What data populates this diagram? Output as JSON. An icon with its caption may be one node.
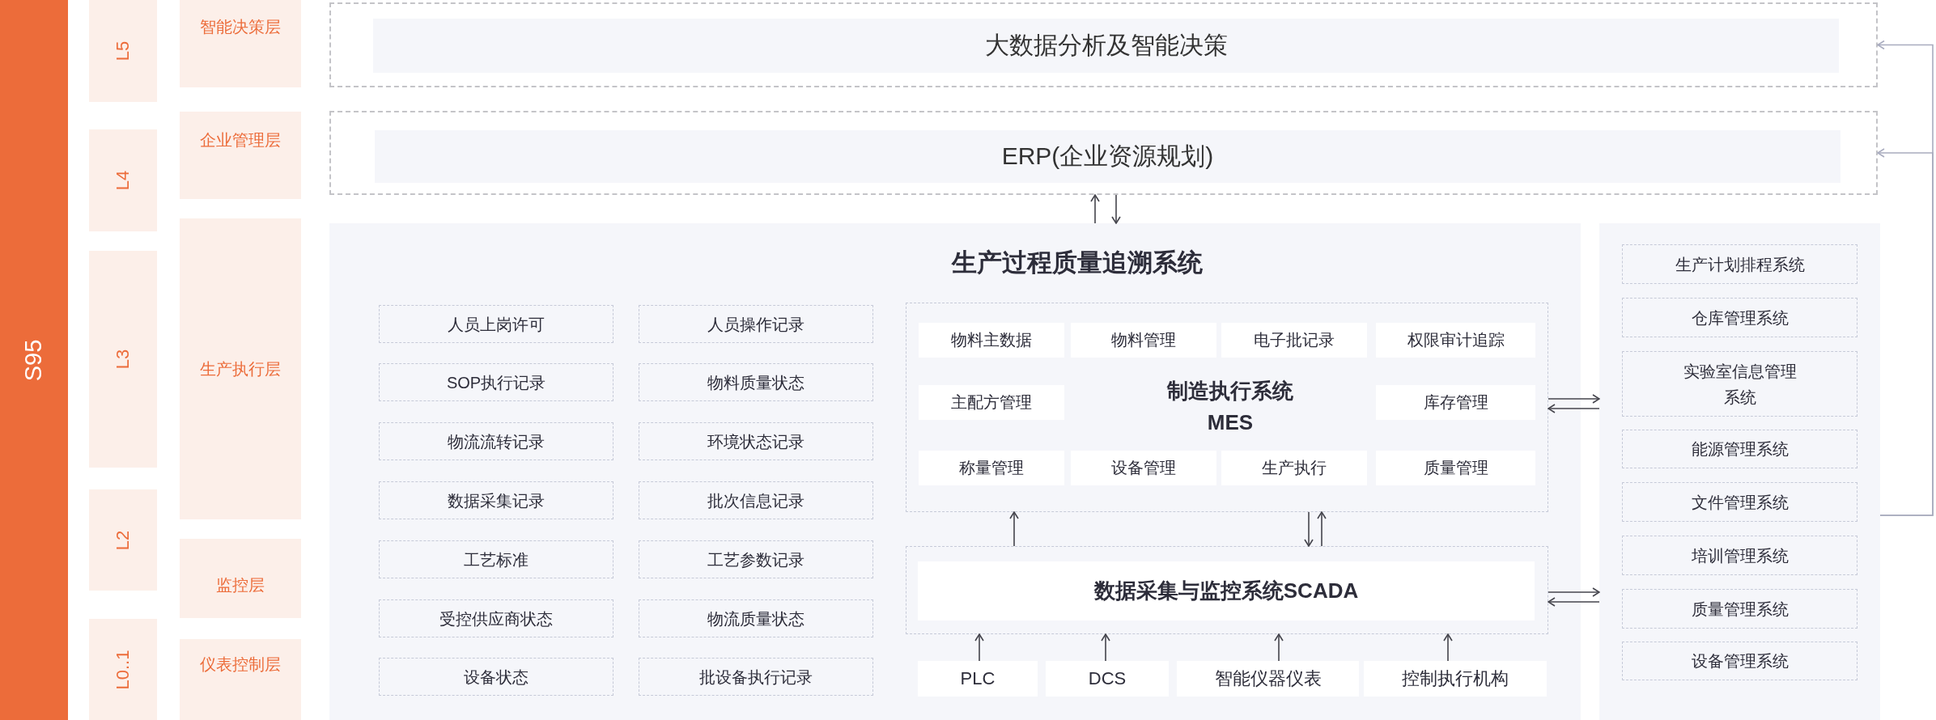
{
  "diagram": {
    "nodes": [
      {
        "text": [
          "S95"
        ]
      },
      {
        "text": [
          "L5"
        ]
      },
      {
        "text": [
          "L4"
        ]
      },
      {
        "text": [
          "L3"
        ]
      },
      {
        "text": [
          "L2"
        ]
      },
      {
        "text": [
          "L0..1"
        ]
      },
      {
        "text": [
          "智能决策层"
        ]
      },
      {
        "text": [
          "企业管理层"
        ]
      },
      {
        "text": [
          "生产执行层"
        ]
      },
      {
        "text": [
          "监控层"
        ]
      },
      {
        "text": [
          "仪表控制层"
        ]
      },
      {
        "text": [
          "大数据分析及智能决策"
        ]
      },
      {
        "text": [
          "ERP(企业资源规划)"
        ]
      },
      {
        "text": [
          "生产过程质量追溯系统"
        ]
      },
      {
        "text": [
          "人员上岗许可"
        ],
        "in": 13
      },
      {
        "text": [
          "人员操作记录"
        ],
        "in": 13
      },
      {
        "text": [
          "SOP执行记录"
        ],
        "in": 13
      },
      {
        "text": [
          "物料质量状态"
        ],
        "in": 13
      },
      {
        "text": [
          "物流流转记录"
        ],
        "in": 13
      },
      {
        "text": [
          "环境状态记录"
        ],
        "in": 13
      },
      {
        "text": [
          "数据采集记录"
        ],
        "in": 13
      },
      {
        "text": [
          "批次信息记录"
        ],
        "in": 13
      },
      {
        "text": [
          "工艺标准"
        ],
        "in": 13
      },
      {
        "text": [
          "工艺参数记录"
        ],
        "in": 13
      },
      {
        "text": [
          "受控供应商状态"
        ],
        "in": 13
      },
      {
        "text": [
          "物流质量状态"
        ],
        "in": 13
      },
      {
        "text": [
          "设备状态"
        ],
        "in": 13
      },
      {
        "text": [
          "批设备执行记录"
        ],
        "in": 13
      },
      {
        "text": [
          "制造执行系统",
          "MES"
        ],
        "in": 13
      },
      {
        "text": [
          "物料主数据"
        ],
        "in": 28
      },
      {
        "text": [
          "物料管理"
        ],
        "in": 28
      },
      {
        "text": [
          "电子批记录"
        ],
        "in": 28
      },
      {
        "text": [
          "权限审计追踪"
        ],
        "in": 28
      },
      {
        "text": [
          "主配方管理"
        ],
        "in": 28
      },
      {
        "text": [
          "库存管理"
        ],
        "in": 28
      },
      {
        "text": [
          "称量管理"
        ],
        "in": 28
      },
      {
        "text": [
          "设备管理"
        ],
        "in": 28
      },
      {
        "text": [
          "生产执行"
        ],
        "in": 28
      },
      {
        "text": [
          "质量管理"
        ],
        "in": 28
      },
      {
        "text": [
          "数据采集与监控系统SCADA"
        ],
        "in": 13
      },
      {
        "text": [
          "PLC"
        ],
        "in": 13
      },
      {
        "text": [
          "DCS"
        ],
        "in": 13
      },
      {
        "text": [
          "智能仪器仪表"
        ],
        "in": 13
      },
      {
        "text": [
          "控制执行机构"
        ],
        "in": 13
      },
      {
        "text": [],
        "shape": "box"
      },
      {
        "text": [
          "生产计划排程系统"
        ],
        "in": 44
      },
      {
        "text": [
          "仓库管理系统"
        ],
        "in": 44
      },
      {
        "text": [
          "实验室信息管理系统"
        ],
        "in": 44
      },
      {
        "text": [
          "能源管理系统"
        ],
        "in": 44
      },
      {
        "text": [
          "文件管理系统"
        ],
        "in": 44
      },
      {
        "text": [
          "培训管理系统"
        ],
        "in": 44
      },
      {
        "text": [
          "质量管理系统"
        ],
        "in": 44
      },
      {
        "text": [
          "设备管理系统"
        ],
        "in": 44
      }
    ],
    "edges": [
      {
        "from": 13,
        "to": 12,
        "arrow": "to"
      },
      {
        "from": 12,
        "to": 13,
        "arrow": "to"
      },
      {
        "from": 39,
        "to": 28,
        "arrow": "to"
      },
      {
        "from": 28,
        "to": 39,
        "arrow": "to"
      },
      {
        "from": 39,
        "to": 28,
        "arrow": "to"
      },
      {
        "from": 40,
        "to": 39,
        "arrow": "to"
      },
      {
        "from": 41,
        "to": 39,
        "arrow": "to"
      },
      {
        "from": 42,
        "to": 39,
        "arrow": "to"
      },
      {
        "from": 43,
        "to": 39,
        "arrow": "to"
      },
      {
        "from": 28,
        "to": 44,
        "arrow": "to"
      },
      {
        "from": 44,
        "to": 28,
        "arrow": "to"
      },
      {
        "from": 39,
        "to": 44,
        "arrow": "to"
      },
      {
        "from": 44,
        "to": 39,
        "arrow": "to"
      },
      {
        "from": 44,
        "to": 11,
        "arrow": "to",
        "color": "#a9acbf"
      },
      {
        "from": 44,
        "to": 12,
        "arrow": "to",
        "color": "#a9acbf"
      }
    ]
  }
}
